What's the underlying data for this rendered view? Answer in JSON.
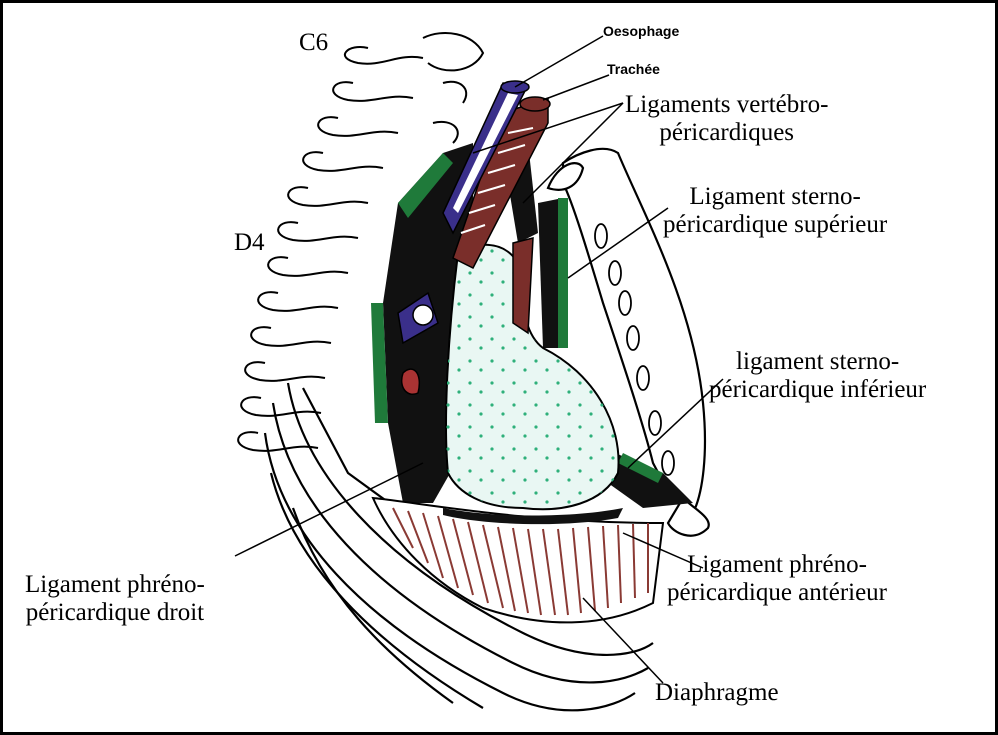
{
  "labels": {
    "c6": "C6",
    "d4": "D4",
    "oesophage": "Oesophage",
    "trachee": "Trachée",
    "vertebro": [
      "Ligaments vertébro-",
      "péricardiques"
    ],
    "sterno_sup": [
      "Ligament sterno-",
      "péricardique supérieur"
    ],
    "sterno_inf": [
      "ligament sterno-",
      "péricardique inférieur"
    ],
    "phreno_ant": [
      "Ligament phréno-",
      "péricardique antérieur"
    ],
    "phreno_droit": [
      "Ligament phréno-",
      "péricardique droit"
    ],
    "diaphragme": "Diaphragme"
  },
  "colors": {
    "outline": "#000000",
    "ligament_green": "#1f7a3a",
    "pericardium_dots": "#2fb07a",
    "trachea_brown": "#7a2e2a",
    "oesophagus_blue": "#3a2f8a",
    "diaphragm_fibers": "#8a3a34"
  }
}
